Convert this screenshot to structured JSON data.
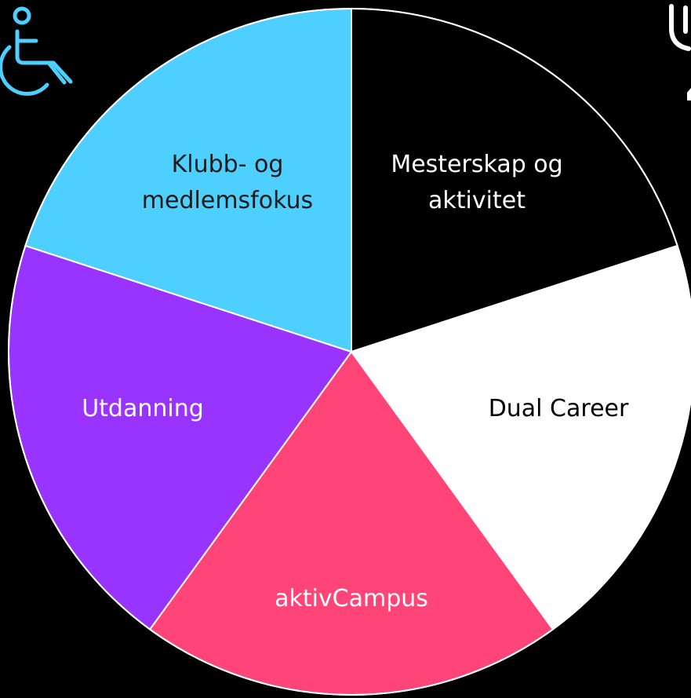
{
  "diagram": {
    "segments": [
      {
        "label_lines": [
          "Mesterskap og",
          "aktivitet"
        ],
        "fill": "#000000",
        "text_color": "#ffffff"
      },
      {
        "label_lines": [
          "Dual Career"
        ],
        "fill": "#ffffff",
        "text_color": "#000000"
      },
      {
        "label_lines": [
          "aktivCampus"
        ],
        "fill": "#ff4477",
        "text_color": "#ffffff"
      },
      {
        "label_lines": [
          "Utdanning"
        ],
        "fill": "#9933ff",
        "text_color": "#ffffff"
      },
      {
        "label_lines": [
          "Klubb- og",
          "medlemsfokus"
        ],
        "fill": "#4dcfff",
        "text_color": "#1a1a1a"
      }
    ],
    "outline_color": "#ffffff"
  },
  "icons": {
    "accessibility": "wheelchair-icon",
    "accessibility_color": "#4dcfff",
    "logo": "shield-logo"
  }
}
